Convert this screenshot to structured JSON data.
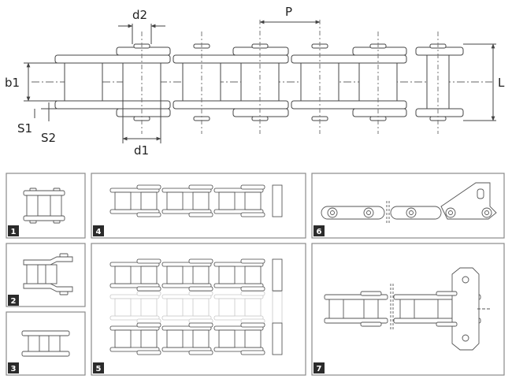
{
  "dimensions": {
    "d2": "d2",
    "p": "P",
    "b1": "b1",
    "l": "L",
    "s1": "S1",
    "s2": "S2",
    "d1": "d1"
  },
  "panels": [
    {
      "id": 1,
      "label": "1"
    },
    {
      "id": 2,
      "label": "2"
    },
    {
      "id": 3,
      "label": "3"
    },
    {
      "id": 4,
      "label": "4"
    },
    {
      "id": 5,
      "label": "5"
    },
    {
      "id": 6,
      "label": "6"
    },
    {
      "id": 7,
      "label": "7"
    }
  ],
  "colors": {
    "line": "#444444",
    "frame": "#8a8a8a",
    "badge": "#2b2b2b",
    "faded": "#c8c8c8"
  }
}
